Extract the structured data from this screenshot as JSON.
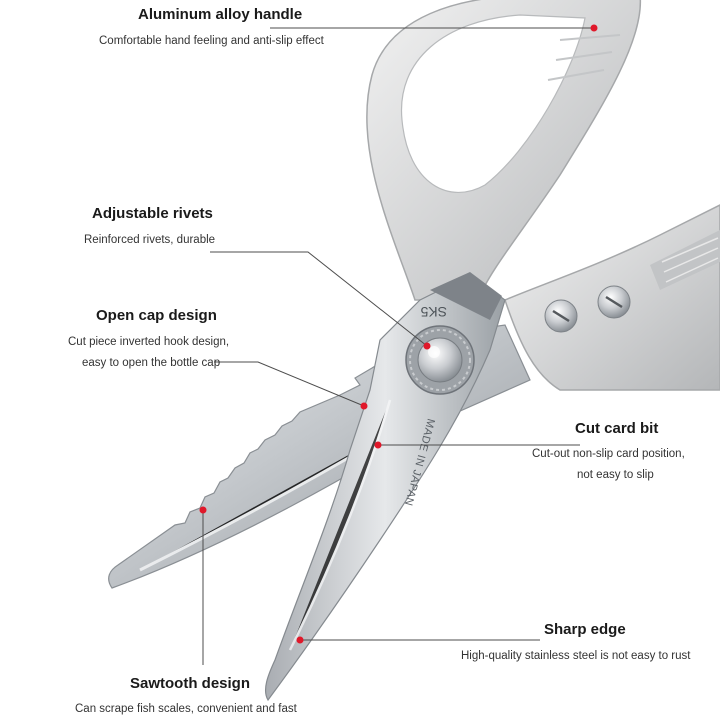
{
  "colors": {
    "background": "#ffffff",
    "callout_dot": "#e0182a",
    "leader_line": "#4d4d4d",
    "steel": "#c9ccd0",
    "handle": "#d9dadb"
  },
  "blade_engravings": {
    "brand": "SK5",
    "origin": "MADE IN JAPAN"
  },
  "callouts": [
    {
      "id": "handle",
      "title": "Aluminum alloy handle",
      "lines": [
        "Comfortable hand feeling and anti-slip effect"
      ]
    },
    {
      "id": "rivets",
      "title": "Adjustable rivets",
      "lines": [
        "Reinforced rivets, durable"
      ]
    },
    {
      "id": "cap",
      "title": "Open cap design",
      "lines": [
        "Cut piece inverted hook design,",
        "easy to open the bottle cap"
      ]
    },
    {
      "id": "card",
      "title": "Cut card bit",
      "lines": [
        "Cut-out non-slip card position,",
        "not easy to slip"
      ]
    },
    {
      "id": "edge",
      "title": "Sharp edge",
      "lines": [
        "High-quality stainless steel is not easy to rust"
      ]
    },
    {
      "id": "sawtooth",
      "title": "Sawtooth design",
      "lines": [
        "Can scrape fish scales, convenient and fast"
      ]
    }
  ]
}
